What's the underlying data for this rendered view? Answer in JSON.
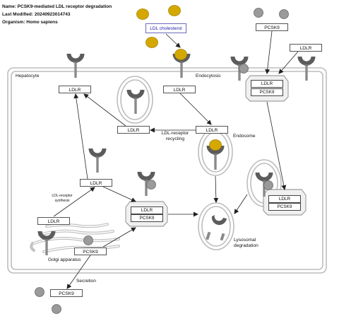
{
  "header": {
    "name": "Name: PCSK9-mediated LDL receptor degradation",
    "modified": "Last Modified: 20240923014743",
    "organism": "Organism: Homo sapiens"
  },
  "compartments": {
    "hepatocyte": "Hepatocyte",
    "endocytosis": "Endocytosis",
    "endosome": "Endosome",
    "golgi": "Golgi apparatus"
  },
  "processes": {
    "recycling_1": "LDL-receptor",
    "recycling_2": "recycling",
    "synthesis_1": "LDL-receptor",
    "synthesis_2": "synthesis",
    "lysosomal_1": "Lysosomal",
    "lysosomal_2": "degradation",
    "secretion": "Secretion"
  },
  "nodes": {
    "ldl_cholesterol": "LDL cholesterol",
    "pcsk9_extracellular": "PCSK9",
    "ldlr_extracellular": "LDLR",
    "ldlr_membrane_left": "LDLR",
    "ldlr_endocytosis": "LDLR",
    "ldlr_vesicle": "LDLR",
    "ldlr_endosome": "LDLR",
    "ldlr_golgi_path": "LDLR",
    "ldlr_golgi": "LDLR",
    "pcsk9_golgi": "PCSK9",
    "pcsk9_secreted": "PCSK9"
  },
  "complexes": {
    "top_right": [
      "LDLR",
      "PCSK9"
    ],
    "center": [
      "LDLR",
      "PCSK9"
    ],
    "lysosome_right": [
      "LDLR",
      "PCSK9"
    ]
  },
  "colors": {
    "ldl_fill": "#d4a800",
    "protein_fill": "#9a9a9a",
    "receptor_fill": "#6b6b6b",
    "membrane_stroke": "#b8b8b8",
    "ldl_label_color": "#1c1ca8"
  }
}
